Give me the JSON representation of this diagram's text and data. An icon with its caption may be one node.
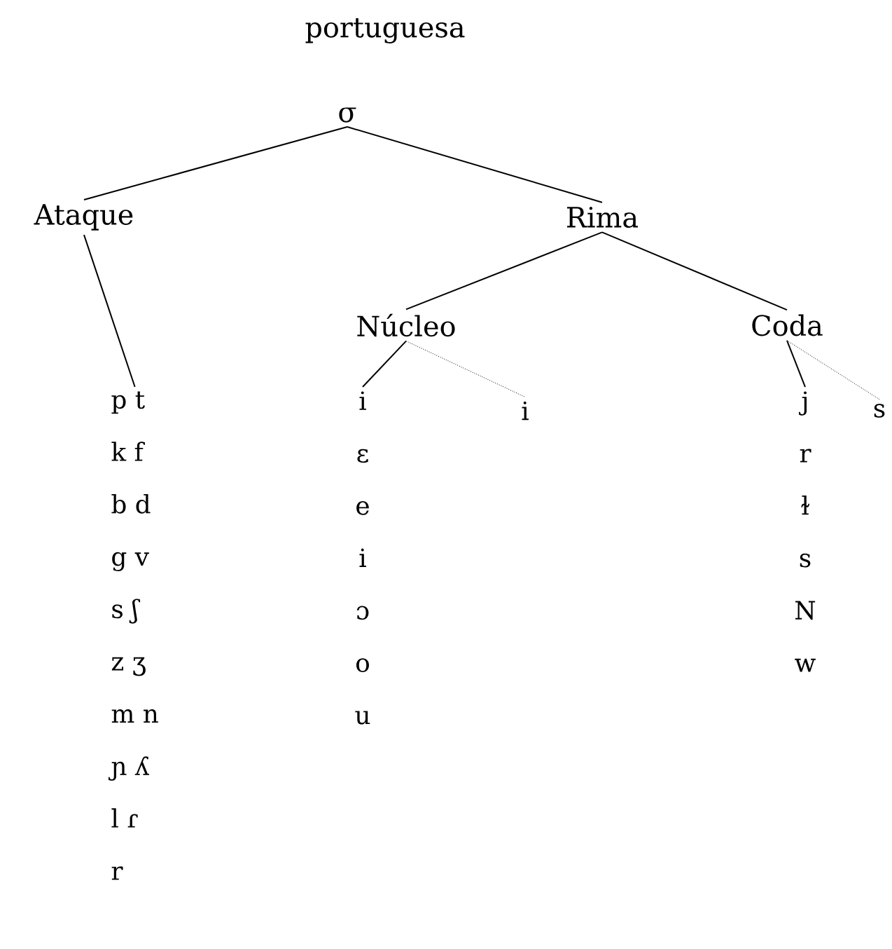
{
  "diagram": {
    "title": "portuguesa",
    "nodes": [
      {
        "text": [
          "σ"
        ]
      },
      {
        "text": [
          "Ataque"
        ]
      },
      {
        "text": [
          "Rima"
        ]
      },
      {
        "text": [
          "Núcleo"
        ]
      },
      {
        "text": [
          "Coda"
        ]
      },
      {
        "text": [
          "p t",
          "k f",
          "b d",
          "g v",
          "s ʃ",
          "z ʒ",
          "m n",
          "ɲ ʎ",
          "l ɾ",
          "r"
        ]
      },
      {
        "text": [
          "i",
          "ɛ",
          "e",
          "i",
          "ɔ",
          "o",
          "u"
        ]
      },
      {
        "text": [
          "i"
        ]
      },
      {
        "text": [
          "j",
          "r",
          "ɫ",
          "s",
          "N",
          "w"
        ]
      },
      {
        "text": [
          "s"
        ]
      }
    ],
    "edges": [
      {
        "from": 0,
        "to": 1,
        "arrow": "none"
      },
      {
        "from": 0,
        "to": 2,
        "arrow": "none"
      },
      {
        "from": 1,
        "to": 5,
        "arrow": "none"
      },
      {
        "from": 2,
        "to": 3,
        "arrow": "none"
      },
      {
        "from": 2,
        "to": 4,
        "arrow": "none"
      },
      {
        "from": 3,
        "to": 6,
        "arrow": "none"
      },
      {
        "from": 3,
        "to": 7,
        "arrow": "none",
        "style": "dashed"
      },
      {
        "from": 4,
        "to": 8,
        "arrow": "none"
      },
      {
        "from": 4,
        "to": 9,
        "arrow": "none",
        "style": "dashed"
      }
    ]
  }
}
